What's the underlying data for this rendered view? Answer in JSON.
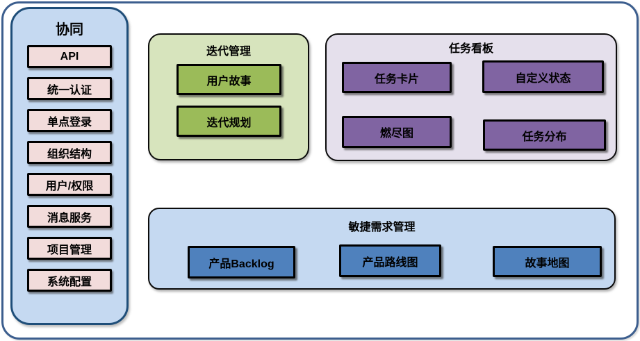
{
  "diagram_title": "协同",
  "colors": {
    "frame_border": "#3c5e8e",
    "sidebar_fill": "#c5d9f1",
    "sidebar_border": "#1f4e79",
    "sidebar_item_fill": "#f2dcdb",
    "iteration_panel_fill": "#d7e4bd",
    "iteration_item_fill": "#9bbb59",
    "taskboard_panel_fill": "#e5e0ec",
    "taskboard_item_fill": "#8064a2",
    "agile_panel_fill": "#c5d9f1",
    "agile_item_fill": "#4f81bd",
    "box_border": "#000000"
  },
  "sidebar": {
    "title": "协同",
    "items": [
      "API",
      "统一认证",
      "单点登录",
      "组织结构",
      "用户/权限",
      "消息服务",
      "项目管理",
      "系统配置"
    ]
  },
  "groups": {
    "iteration": {
      "title": "迭代管理",
      "items": [
        "用户故事",
        "迭代规划"
      ]
    },
    "taskboard": {
      "title": "任务看板",
      "items": [
        "任务卡片",
        "自定义状态",
        "燃尽图",
        "任务分布"
      ]
    },
    "agile": {
      "title": "敏捷需求管理",
      "items": [
        "产品Backlog",
        "产品路线图",
        "故事地图"
      ]
    }
  }
}
